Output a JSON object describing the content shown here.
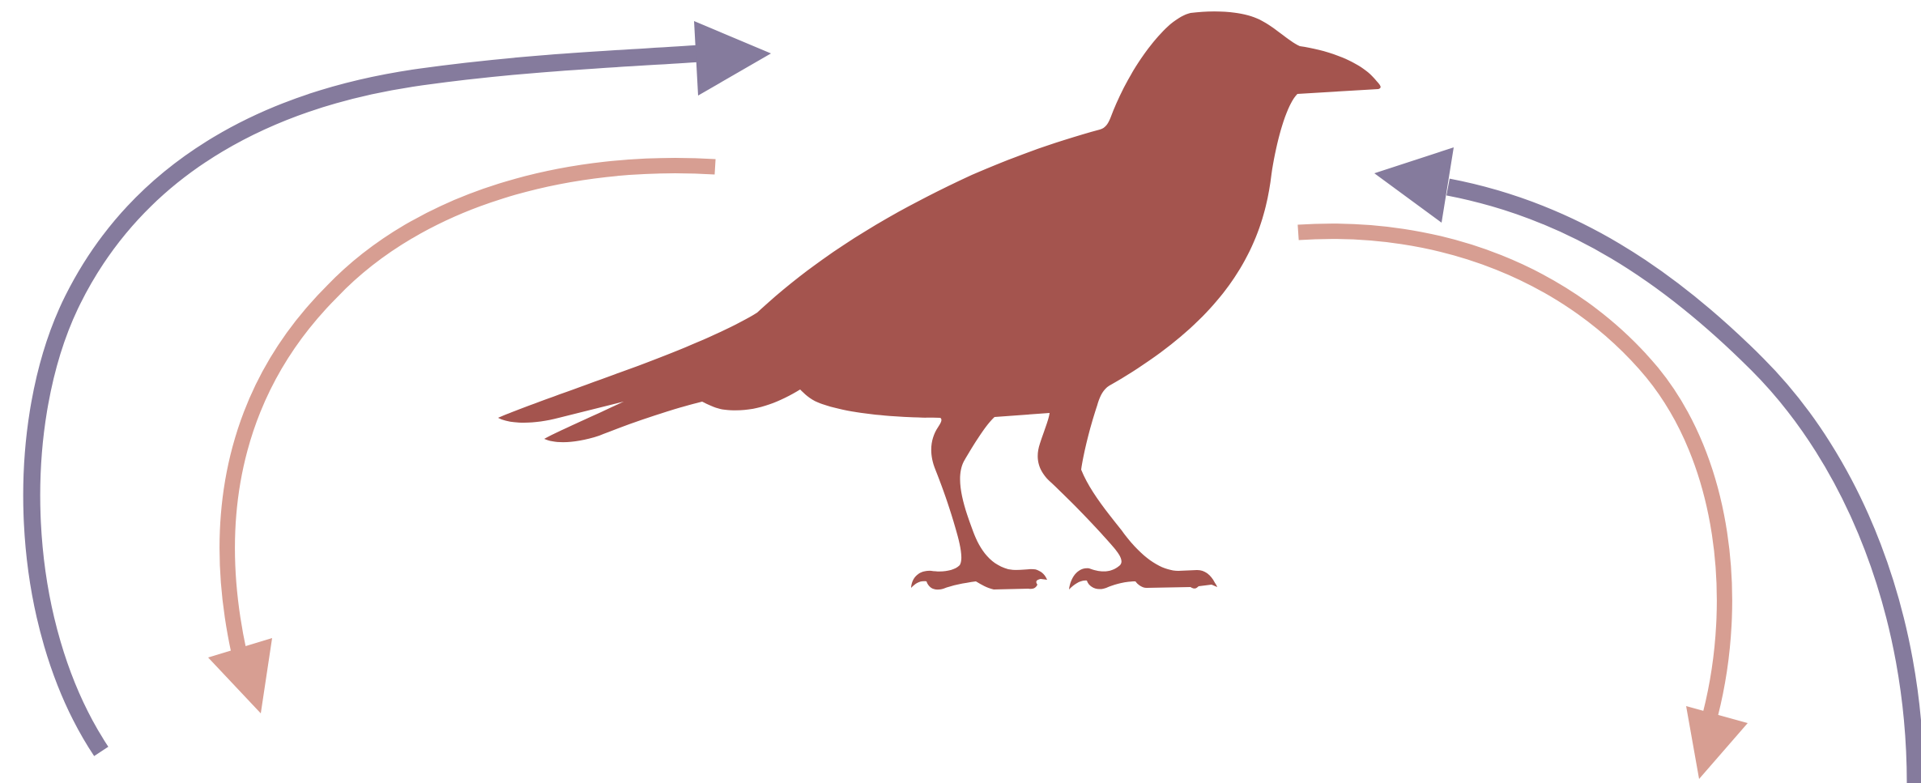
{
  "diagram": {
    "kind": "cycle",
    "central_figure": "crow-silhouette",
    "labels": []
  },
  "colors": {
    "background": "#ffffff",
    "bird": "#a4544e",
    "outer_arrows": "#857b9d",
    "inner_arrows": "#d79e92"
  },
  "arrows": [
    {
      "name": "outer-left-arrow",
      "color_key": "outer_arrows",
      "direction": "up-right"
    },
    {
      "name": "inner-left-arrow",
      "color_key": "inner_arrows",
      "direction": "down-left"
    },
    {
      "name": "outer-right-arrow",
      "color_key": "outer_arrows",
      "direction": "up-left"
    },
    {
      "name": "inner-right-arrow",
      "color_key": "inner_arrows",
      "direction": "down-right"
    }
  ]
}
